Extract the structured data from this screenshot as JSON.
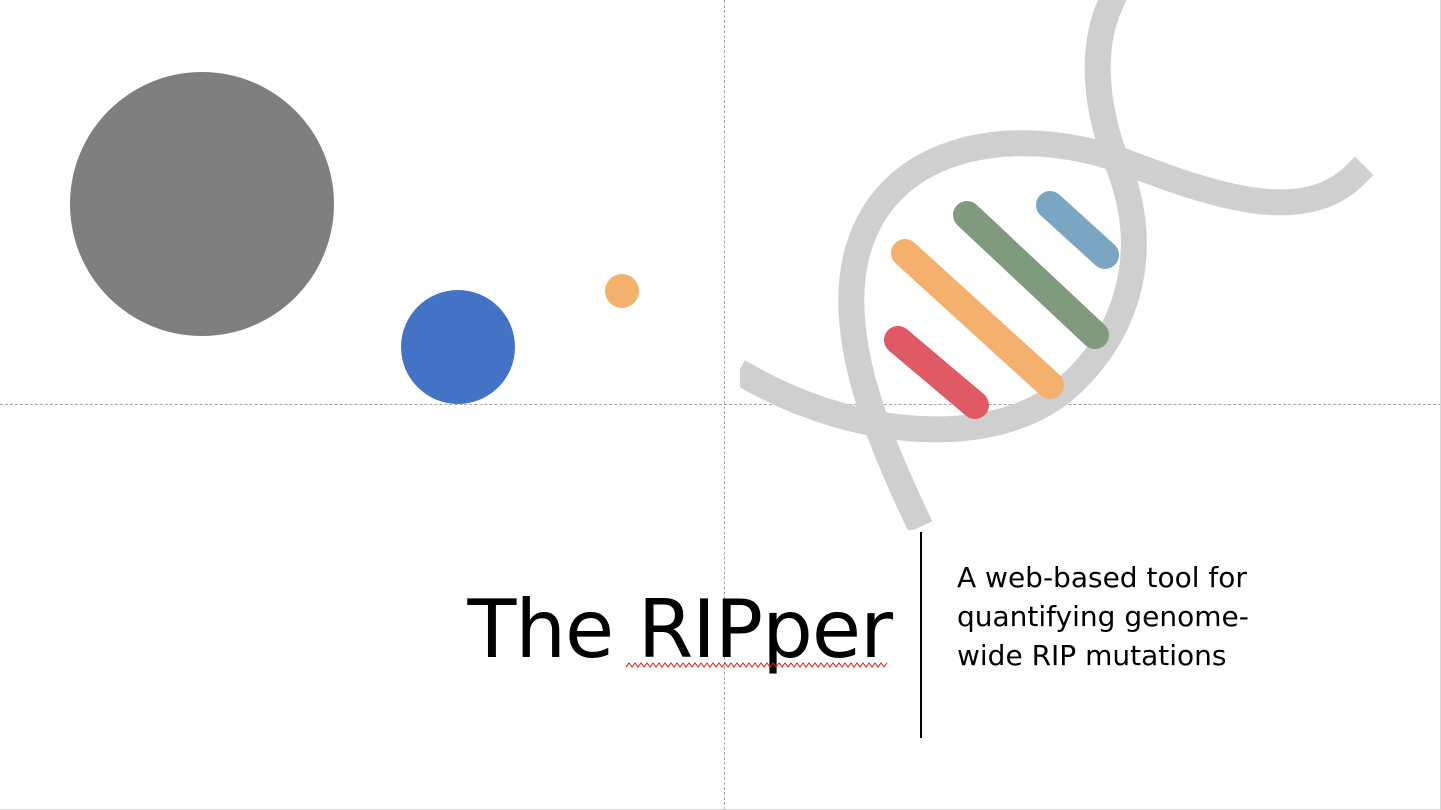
{
  "slide": {
    "title": "The RIPper",
    "subtitle_lines": [
      "A web-based tool for",
      "quantifying genome-",
      "wide RIP mutations"
    ]
  },
  "decor": {
    "circle_colors": {
      "large": "#7f7f7f",
      "medium": "#4472c4",
      "small": "#f4b16e"
    },
    "dna_icon": {
      "name": "dna-helix-icon",
      "backbone_color": "#cfcfcf",
      "rung_colors": [
        "#e05a66",
        "#f4b16e",
        "#7f9a7d",
        "#7aa6c4"
      ]
    },
    "guide_color": "#a6a6a6",
    "spellcheck_color": "#e02020"
  }
}
